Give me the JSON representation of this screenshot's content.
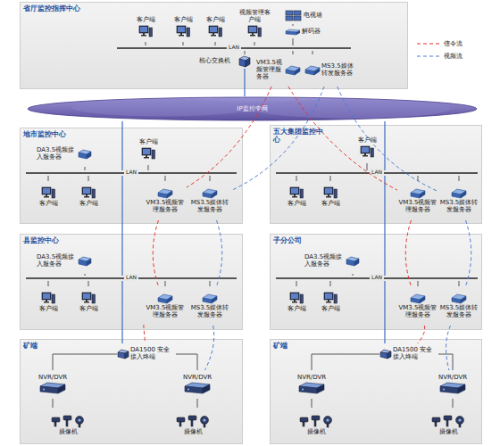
{
  "diagram": {
    "nodes": [
      {
        "text": [
          "省厅监控指挥中心"
        ]
      },
      {
        "text": [
          "客户端"
        ],
        "in": 0
      },
      {
        "text": [
          "客户端"
        ],
        "in": 0
      },
      {
        "text": [
          "客户端"
        ],
        "in": 0
      },
      {
        "text": [
          "视频管理客户端"
        ],
        "in": 0
      },
      {
        "text": [
          "电视墙"
        ],
        "in": 0
      },
      {
        "text": [
          "解码器"
        ],
        "in": 0
      },
      {
        "text": [
          "LAN"
        ],
        "in": 0
      },
      {
        "text": [
          "核心交换机"
        ],
        "in": 0
      },
      {
        "text": [
          "VM3.5视频管理服务器"
        ],
        "in": 0
      },
      {
        "text": [
          "MS3.5媒体转发服务器"
        ],
        "in": 0
      },
      {
        "text": [
          "IP监控专网"
        ]
      },
      {
        "text": [
          "地市监控中心"
        ]
      },
      {
        "text": [
          "DA3.5视频接入服务器"
        ],
        "in": 12
      },
      {
        "text": [
          "客户端"
        ],
        "in": 12
      },
      {
        "text": [
          "LAN"
        ],
        "in": 12
      },
      {
        "text": [
          "客户端"
        ],
        "in": 12
      },
      {
        "text": [
          "客户端"
        ],
        "in": 12
      },
      {
        "text": [
          "VM3.5视频管理服务器"
        ],
        "in": 12
      },
      {
        "text": [
          "MS3.5媒体转发服务器"
        ],
        "in": 12
      },
      {
        "text": [
          "五大集团监控中心"
        ]
      },
      {
        "text": [
          "客户端"
        ],
        "in": 20
      },
      {
        "text": [
          "LAN"
        ],
        "in": 20
      },
      {
        "text": [
          "客户端"
        ],
        "in": 20
      },
      {
        "text": [
          "客户端"
        ],
        "in": 20
      },
      {
        "text": [
          "VM3.5视频管理服务器"
        ],
        "in": 20
      },
      {
        "text": [
          "MS3.5媒体转发服务器"
        ],
        "in": 20
      },
      {
        "text": [
          "县监控中心"
        ]
      },
      {
        "text": [
          "DA3.5视频接入服务器"
        ],
        "in": 27
      },
      {
        "text": [
          "LAN"
        ],
        "in": 27
      },
      {
        "text": [
          "客户端"
        ],
        "in": 27
      },
      {
        "text": [
          "客户端"
        ],
        "in": 27
      },
      {
        "text": [
          "VM3.5视频管理服务器"
        ],
        "in": 27
      },
      {
        "text": [
          "MS3.5媒体转发服务器"
        ],
        "in": 27
      },
      {
        "text": [
          "子分公司"
        ]
      },
      {
        "text": [
          "DA3.5视频接入服务器"
        ],
        "in": 34
      },
      {
        "text": [
          "LAN"
        ],
        "in": 34
      },
      {
        "text": [
          "客户端"
        ],
        "in": 34
      },
      {
        "text": [
          "客户端"
        ],
        "in": 34
      },
      {
        "text": [
          "VM3.5视频管理服务器"
        ],
        "in": 34
      },
      {
        "text": [
          "MS3.5媒体转发服务器"
        ],
        "in": 34
      },
      {
        "text": [
          "矿端"
        ]
      },
      {
        "text": [
          "DA1500 安全接入终端"
        ],
        "in": 41
      },
      {
        "text": [
          "NVR/DVR"
        ],
        "in": 41
      },
      {
        "text": [
          "NVR/DVR"
        ],
        "in": 41
      },
      {
        "text": [
          "摄像机"
        ],
        "in": 41
      },
      {
        "text": [
          "摄像机"
        ],
        "in": 41
      },
      {
        "text": [
          "矿端"
        ]
      },
      {
        "text": [
          "DA1500 安全接入终端"
        ],
        "in": 47
      },
      {
        "text": [
          "NVR/DVR"
        ],
        "in": 47
      },
      {
        "text": [
          "NVR/DVR"
        ],
        "in": 47
      },
      {
        "text": [
          "摄像机"
        ],
        "in": 47
      },
      {
        "text": [
          "摄像机"
        ],
        "in": 47
      }
    ],
    "edges": [
      {
        "from": 1,
        "to": 7,
        "arrow": "none"
      },
      {
        "from": 2,
        "to": 7,
        "arrow": "none"
      },
      {
        "from": 3,
        "to": 7,
        "arrow": "none"
      },
      {
        "from": 4,
        "to": 7,
        "arrow": "none"
      },
      {
        "from": 6,
        "to": 7,
        "arrow": "none"
      },
      {
        "from": 6,
        "to": 5,
        "arrow": "none"
      },
      {
        "from": 8,
        "to": 7,
        "arrow": "none"
      },
      {
        "from": 9,
        "to": 7,
        "arrow": "none"
      },
      {
        "from": 10,
        "to": 7,
        "arrow": "none"
      },
      {
        "from": 8,
        "to": 11,
        "arrow": "none"
      },
      {
        "from": 11,
        "to": 15,
        "arrow": "none"
      },
      {
        "from": 13,
        "to": 15,
        "arrow": "none"
      },
      {
        "from": 14,
        "to": 15,
        "arrow": "none"
      },
      {
        "from": 16,
        "to": 15,
        "arrow": "none"
      },
      {
        "from": 17,
        "to": 15,
        "arrow": "none"
      },
      {
        "from": 18,
        "to": 15,
        "arrow": "none"
      },
      {
        "from": 19,
        "to": 15,
        "arrow": "none"
      },
      {
        "from": 11,
        "to": 22,
        "arrow": "none"
      },
      {
        "from": 21,
        "to": 22,
        "arrow": "none"
      },
      {
        "from": 23,
        "to": 22,
        "arrow": "none"
      },
      {
        "from": 24,
        "to": 22,
        "arrow": "none"
      },
      {
        "from": 25,
        "to": 22,
        "arrow": "none"
      },
      {
        "from": 26,
        "to": 22,
        "arrow": "none"
      },
      {
        "from": 15,
        "to": 29,
        "arrow": "none"
      },
      {
        "from": 28,
        "to": 29,
        "arrow": "none"
      },
      {
        "from": 30,
        "to": 29,
        "arrow": "none"
      },
      {
        "from": 31,
        "to": 29,
        "arrow": "none"
      },
      {
        "from": 32,
        "to": 29,
        "arrow": "none"
      },
      {
        "from": 33,
        "to": 29,
        "arrow": "none"
      },
      {
        "from": 22,
        "to": 36,
        "arrow": "none"
      },
      {
        "from": 35,
        "to": 36,
        "arrow": "none"
      },
      {
        "from": 37,
        "to": 36,
        "arrow": "none"
      },
      {
        "from": 38,
        "to": 36,
        "arrow": "none"
      },
      {
        "from": 39,
        "to": 36,
        "arrow": "none"
      },
      {
        "from": 40,
        "to": 36,
        "arrow": "none"
      },
      {
        "from": 29,
        "to": 42,
        "arrow": "none"
      },
      {
        "from": 42,
        "to": 43,
        "arrow": "none"
      },
      {
        "from": 42,
        "to": 44,
        "arrow": "none"
      },
      {
        "from": 43,
        "to": 45,
        "arrow": "none"
      },
      {
        "from": 44,
        "to": 46,
        "arrow": "none"
      },
      {
        "from": 36,
        "to": 48,
        "arrow": "none"
      },
      {
        "from": 48,
        "to": 49,
        "arrow": "none"
      },
      {
        "from": 48,
        "to": 50,
        "arrow": "none"
      },
      {
        "from": 49,
        "to": 51,
        "arrow": "none"
      },
      {
        "from": 50,
        "to": 52,
        "arrow": "none"
      },
      {
        "from": 9,
        "to": 18,
        "arrow": "none"
      },
      {
        "from": 9,
        "to": 25,
        "arrow": "none"
      },
      {
        "from": 18,
        "to": 32,
        "arrow": "none"
      },
      {
        "from": 25,
        "to": 39,
        "arrow": "none"
      },
      {
        "from": 32,
        "to": 42,
        "arrow": "none"
      },
      {
        "from": 39,
        "to": 48,
        "arrow": "none"
      },
      {
        "from": 10,
        "to": 19,
        "arrow": "none"
      },
      {
        "from": 10,
        "to": 26,
        "arrow": "none"
      },
      {
        "from": 19,
        "to": 33,
        "arrow": "none"
      },
      {
        "from": 26,
        "to": 40,
        "arrow": "none"
      },
      {
        "from": 33,
        "to": 44,
        "arrow": "none"
      },
      {
        "from": 40,
        "to": 50,
        "arrow": "none"
      }
    ],
    "legend": [
      {
        "text": "信令流"
      },
      {
        "text": "视频流"
      }
    ]
  }
}
